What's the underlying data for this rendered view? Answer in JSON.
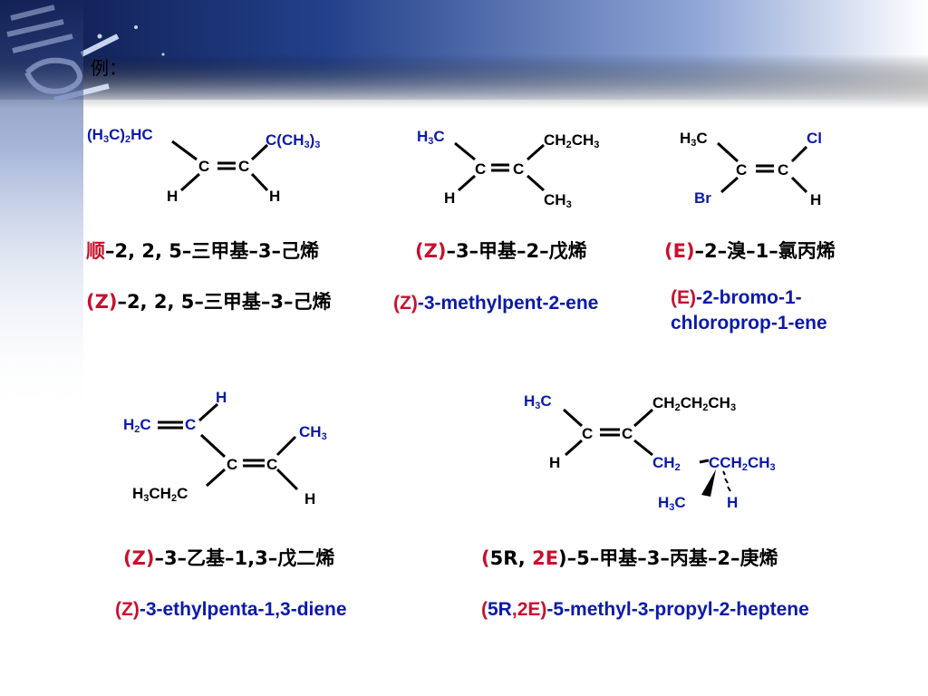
{
  "slide": {
    "heading": "例：",
    "colors": {
      "accent": "#c8102e",
      "atom_blue": "#0b1aa8",
      "banner": "#16265e"
    }
  },
  "examples": [
    {
      "label_cn_prefix": "顺",
      "label_cn_rest": "–2, 2, 5–三甲基–3–己烯",
      "label_z_tag": "(Z)",
      "label_z_rest": "–2, 2, 5–三甲基–3–己烯",
      "atoms": [
        "(H3C)2HC",
        "C(CH3)3",
        "C",
        "C",
        "H",
        "H"
      ]
    },
    {
      "label_cn_tag": "(Z)",
      "label_cn_rest": "–3–甲基–2–戊烯",
      "label_en_tag": "(Z)",
      "label_en_rest": "-3-methylpent-2-ene",
      "atoms": [
        "H3C",
        "CH2CH3",
        "C",
        "C",
        "H",
        "CH3"
      ]
    },
    {
      "label_cn_tag": "(E)",
      "label_cn_rest": "–2–溴–1–氯丙烯",
      "label_en_tag": "(E)",
      "label_en_line1": "-2-bromo-1-",
      "label_en_line2": "chloroprop-1-ene",
      "atoms": [
        "H3C",
        "Cl",
        "C",
        "C",
        "Br",
        "H"
      ]
    },
    {
      "label_cn_tag": "(Z)",
      "label_cn_rest": "–3–乙基–1,3–戊二烯",
      "label_en_tag": "(Z)",
      "label_en_rest": "-3-ethylpenta-1,3-diene",
      "atoms": [
        "H",
        "H2C",
        "C",
        "CH3",
        "C",
        "C",
        "H3CH2C",
        "H"
      ]
    },
    {
      "label_cn_open": "(",
      "label_cn_5r": "5R,",
      "label_cn_2e": "2E",
      "label_cn_close": ")",
      "label_cn_rest": "–5–甲基–3–丙基–2–庚烯",
      "label_en_open": "(",
      "label_en_5r": "5R",
      "label_en_comma": ",",
      "label_en_2e": "2E",
      "label_en_close": ")",
      "label_en_rest": "-5-methyl-3-propyl-2-heptene",
      "atoms": [
        "H3C",
        "CH2CH2CH3",
        "C",
        "C",
        "H",
        "CH2",
        "CCH2CH3",
        "H3C",
        "H"
      ]
    }
  ]
}
